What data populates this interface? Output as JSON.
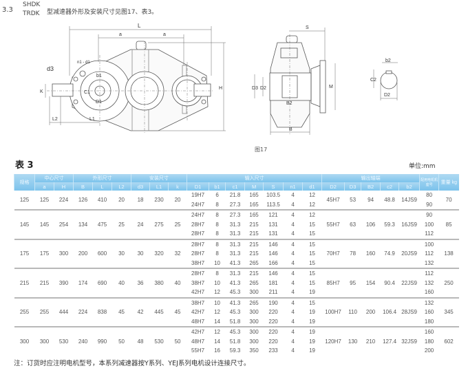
{
  "heading": {
    "number": "3.3",
    "model_top": "SHDK",
    "model_bottom": "TRDK",
    "text": "型减速器外形及安装尺寸见图17、表3。"
  },
  "figure": {
    "caption": "图17",
    "front_labels": {
      "L": "L",
      "a_left": "a",
      "a_right": "a",
      "H": "H",
      "d3": "d3",
      "n1d1": "n1 - d1",
      "b1": "b1",
      "C1": "C1",
      "D1": "D1",
      "K": "K",
      "L2": "L2",
      "L1": "L1"
    },
    "side_labels": {
      "S": "S",
      "D3": "D3",
      "D2": "D2",
      "B2": "B2",
      "M": "M",
      "B": "B"
    },
    "section_labels": {
      "b2": "b2",
      "C2": "C2",
      "D2": "D2"
    }
  },
  "table": {
    "title": "表 3",
    "unit": "单位:mm",
    "group_headers": {
      "spec": "规格",
      "center": "中心尺寸",
      "outline": "外形尺寸",
      "mount": "安装尺寸",
      "input": "输入尺寸",
      "output": "输出轴端",
      "motor": "配用电机机座号",
      "weight": "重量 kg"
    },
    "columns": [
      "a",
      "H",
      "B",
      "L",
      "L2",
      "d3",
      "L1",
      "k",
      "D1",
      "b1",
      "c1",
      "M",
      "S",
      "n1",
      "d1",
      "D2",
      "D3",
      "B2",
      "c2",
      "b2"
    ],
    "groups": [
      {
        "spec": "125",
        "a": "125",
        "H": "224",
        "B": "126",
        "L": "410",
        "L2": "20",
        "d3": "18",
        "L1": "230",
        "k": "20",
        "inputs": [
          [
            "19H7",
            "6",
            "21.8",
            "165",
            "103.5",
            "4",
            "12"
          ],
          [
            "24H7",
            "8",
            "27.3",
            "165",
            "113.5",
            "4",
            "12"
          ]
        ],
        "D2": "45H7",
        "D3": "53",
        "B2": "94",
        "c2": "48.8",
        "b2": "14JS9",
        "motors": [
          "80",
          "90"
        ],
        "weight": "70"
      },
      {
        "spec": "145",
        "a": "145",
        "H": "254",
        "B": "134",
        "L": "475",
        "L2": "25",
        "d3": "24",
        "L1": "275",
        "k": "25",
        "inputs": [
          [
            "24H7",
            "8",
            "27.3",
            "165",
            "121",
            "4",
            "12"
          ],
          [
            "28H7",
            "8",
            "31.3",
            "215",
            "131",
            "4",
            "15"
          ],
          [
            "28H7",
            "8",
            "31.3",
            "215",
            "131",
            "4",
            "15"
          ]
        ],
        "D2": "55H7",
        "D3": "63",
        "B2": "106",
        "c2": "59.3",
        "b2": "16JS9",
        "motors": [
          "90",
          "100",
          "112"
        ],
        "weight": "85"
      },
      {
        "spec": "175",
        "a": "175",
        "H": "300",
        "B": "200",
        "L": "600",
        "L2": "30",
        "d3": "30",
        "L1": "320",
        "k": "32",
        "inputs": [
          [
            "28H7",
            "8",
            "31.3",
            "215",
            "146",
            "4",
            "15"
          ],
          [
            "28H7",
            "8",
            "31.3",
            "215",
            "146",
            "4",
            "15"
          ],
          [
            "38H7",
            "10",
            "41.3",
            "265",
            "166",
            "4",
            "15"
          ]
        ],
        "D2": "70H7",
        "D3": "78",
        "B2": "160",
        "c2": "74.9",
        "b2": "20JS9",
        "motors": [
          "100",
          "112",
          "132"
        ],
        "weight": "138"
      },
      {
        "spec": "215",
        "a": "215",
        "H": "390",
        "B": "174",
        "L": "690",
        "L2": "40",
        "d3": "36",
        "L1": "380",
        "k": "40",
        "inputs": [
          [
            "28H7",
            "8",
            "31.3",
            "215",
            "146",
            "4",
            "15"
          ],
          [
            "38H7",
            "10",
            "41.3",
            "265",
            "181",
            "4",
            "15"
          ],
          [
            "42H7",
            "12",
            "45.3",
            "300",
            "211",
            "4",
            "19"
          ]
        ],
        "D2": "85H7",
        "D3": "95",
        "B2": "154",
        "c2": "90.4",
        "b2": "22JS9",
        "motors": [
          "112",
          "132",
          "160"
        ],
        "weight": "250"
      },
      {
        "spec": "255",
        "a": "255",
        "H": "444",
        "B": "224",
        "L": "838",
        "L2": "45",
        "d3": "42",
        "L1": "445",
        "k": "45",
        "inputs": [
          [
            "38H7",
            "10",
            "41.3",
            "265",
            "190",
            "4",
            "15"
          ],
          [
            "42H7",
            "12",
            "45.3",
            "300",
            "220",
            "4",
            "19"
          ],
          [
            "48H7",
            "14",
            "51.8",
            "300",
            "220",
            "4",
            "19"
          ]
        ],
        "D2": "100H7",
        "D3": "110",
        "B2": "200",
        "c2": "106.4",
        "b2": "28JS9",
        "motors": [
          "132",
          "160",
          "180"
        ],
        "weight": "345"
      },
      {
        "spec": "300",
        "a": "300",
        "H": "530",
        "B": "240",
        "L": "990",
        "L2": "50",
        "d3": "48",
        "L1": "530",
        "k": "50",
        "inputs": [
          [
            "42H7",
            "12",
            "45.3",
            "300",
            "220",
            "4",
            "19"
          ],
          [
            "48H7",
            "14",
            "51.8",
            "300",
            "220",
            "4",
            "19"
          ],
          [
            "55H7",
            "16",
            "59.3",
            "350",
            "233",
            "4",
            "19"
          ]
        ],
        "D2": "120H7",
        "D3": "130",
        "B2": "210",
        "c2": "127.4",
        "b2": "32JS9",
        "motors": [
          "160",
          "180",
          "200"
        ],
        "weight": "602"
      }
    ]
  },
  "note": "注：订货时应注明电机型号，本系列减速器按Y系列、YEJ系列电机设计连接尺寸。"
}
